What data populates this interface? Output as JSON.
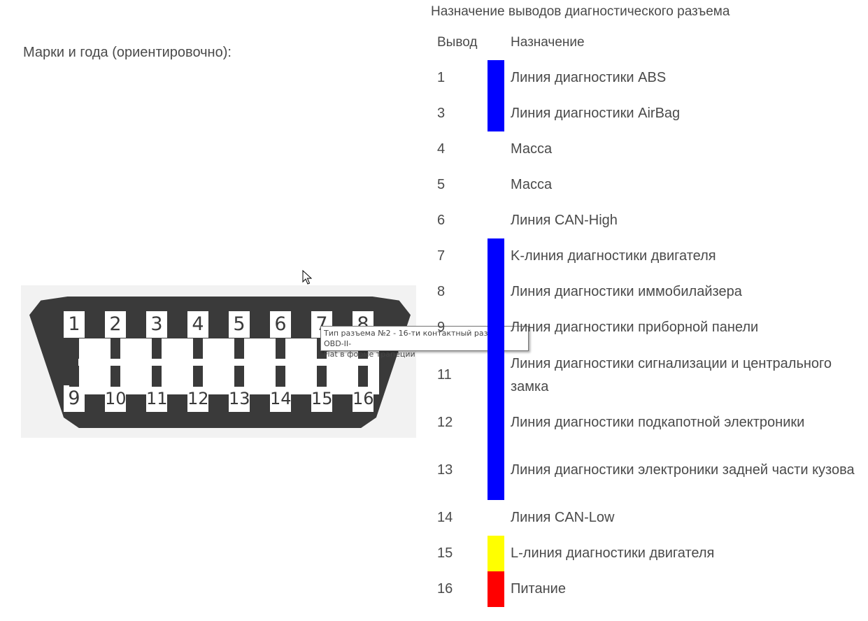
{
  "left_title": "Марки и года (ориентировочно):",
  "tooltip": {
    "line1": "Тип разъема №2 - 16-ти контактный разъем OBD-II-",
    "line2": "Fiat в форме трапеции"
  },
  "connector": {
    "top_pins": [
      "1",
      "2",
      "3",
      "4",
      "5",
      "6",
      "7",
      "8"
    ],
    "bottom_pins": [
      "9",
      "10",
      "11",
      "12",
      "13",
      "14",
      "15",
      "16"
    ]
  },
  "table": {
    "title": "Назначение выводов диагностического разъема",
    "header_pin": "Вывод",
    "header_desc": "Назначение",
    "colors": {
      "blue": "#0000ff",
      "yellow": "#ffff00",
      "red": "#ff0000"
    },
    "rows": [
      {
        "pin": "1",
        "desc": "Линия диагностики ABS",
        "color": "blue"
      },
      {
        "pin": "3",
        "desc": "Линия диагностики AirBag",
        "color": "blue"
      },
      {
        "pin": "4",
        "desc": "Масса",
        "color": "none"
      },
      {
        "pin": "5",
        "desc": "Масса",
        "color": "none"
      },
      {
        "pin": "6",
        "desc": "Линия CAN-High",
        "color": "none"
      },
      {
        "pin": "7",
        "desc": "K-линия диагностики двигателя",
        "color": "blue"
      },
      {
        "pin": "8",
        "desc": "Линия диагностики иммобилайзера",
        "color": "blue"
      },
      {
        "pin": "9",
        "desc": "Линия диагностики приборной панели",
        "color": "blue"
      },
      {
        "pin": "11",
        "desc": "Линия диагностики сигнализации и центрального замка",
        "color": "blue"
      },
      {
        "pin": "12",
        "desc": "Линия диагностики подкапотной электроники",
        "color": "blue"
      },
      {
        "pin": "13",
        "desc": "Линия диагностики электроники задней части кузова",
        "color": "blue"
      },
      {
        "pin": "14",
        "desc": "Линия CAN-Low",
        "color": "none"
      },
      {
        "pin": "15",
        "desc": "L-линия диагностики двигателя",
        "color": "yellow"
      },
      {
        "pin": "16",
        "desc": "Питание",
        "color": "red"
      }
    ]
  }
}
